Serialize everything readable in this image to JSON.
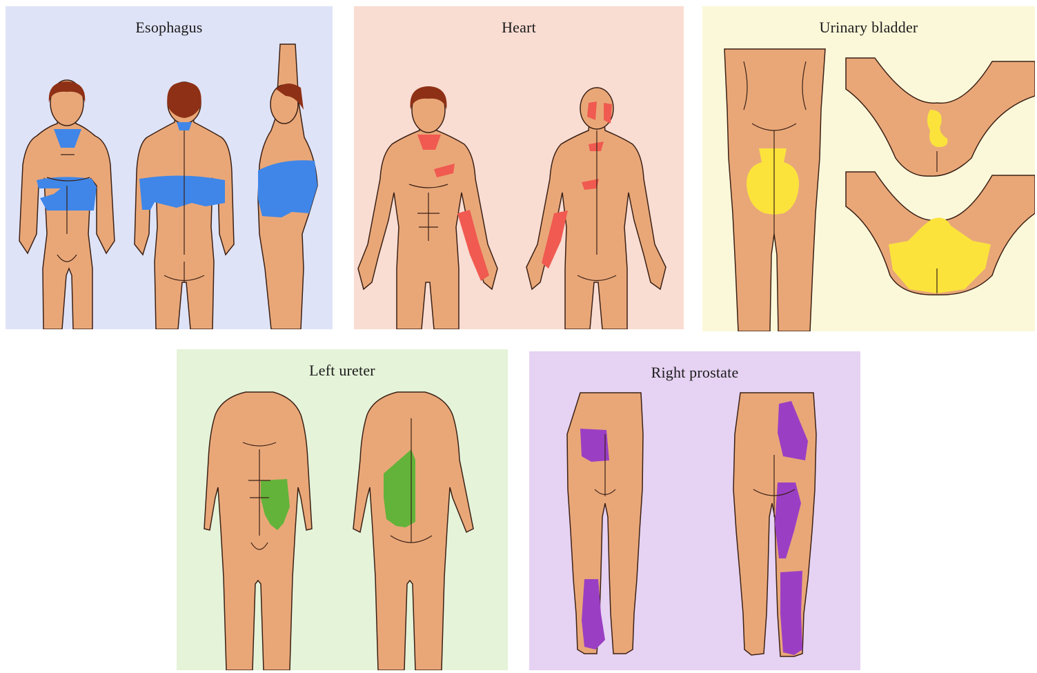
{
  "colors": {
    "skin": "#e9a778",
    "outline": "#3a2015",
    "hair": "#8e3016",
    "esophagus_bg": "#dfe3f7",
    "heart_bg": "#f9dcd2",
    "bladder_bg": "#fbf8d9",
    "ureter_bg": "#e5f3d9",
    "prostate_bg": "#e6d2f2",
    "esophagus_area": "#3f86e8",
    "heart_area": "#f05a50",
    "bladder_area": "#fbe33c",
    "ureter_area": "#63b33a",
    "prostate_area": "#9a3fc4"
  },
  "panels": {
    "esophagus": {
      "title": "Esophagus"
    },
    "heart": {
      "title": "Heart"
    },
    "bladder": {
      "title": "Urinary bladder"
    },
    "ureter": {
      "title": "Left ureter"
    },
    "prostate": {
      "title": "Right prostate"
    }
  }
}
